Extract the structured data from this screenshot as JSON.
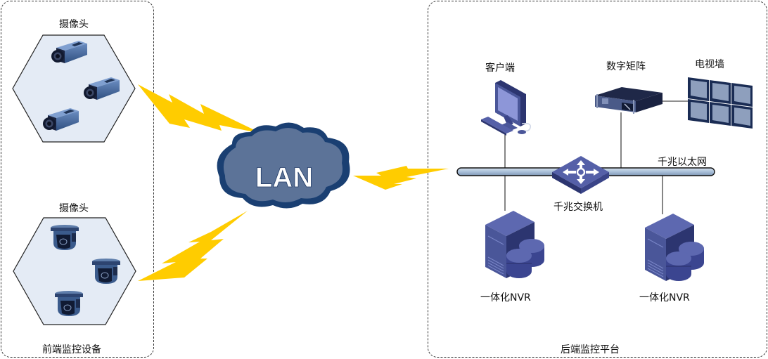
{
  "front_end": {
    "title": "前端监控设备",
    "box_cameras": {
      "label": "摄像头",
      "count": 3
    },
    "dome_cameras": {
      "label": "摄像头",
      "count": 3
    }
  },
  "network": {
    "cloud_label": "LAN"
  },
  "back_end": {
    "title": "后端监控平台",
    "client": {
      "label": "客户端"
    },
    "matrix": {
      "label": "数字矩阵"
    },
    "video_wall": {
      "label": "电视墙",
      "screens": 6
    },
    "ethernet": {
      "label": "千兆以太网"
    },
    "switch": {
      "label": "千兆交换机"
    },
    "nvr_1": {
      "label": "一体化NVR"
    },
    "nvr_2": {
      "label": "一体化NVR"
    }
  },
  "colors": {
    "device_blue": "#4a5699",
    "device_dark": "#2c3570",
    "camera_blue": "#3a5d8f",
    "hex_fill": "#e4ebf5",
    "bolt": "#ffcc00",
    "cloud_fill": "#5c7398",
    "cloud_stroke": "#1a3f72",
    "bus_fill": "#a9bfd8"
  }
}
